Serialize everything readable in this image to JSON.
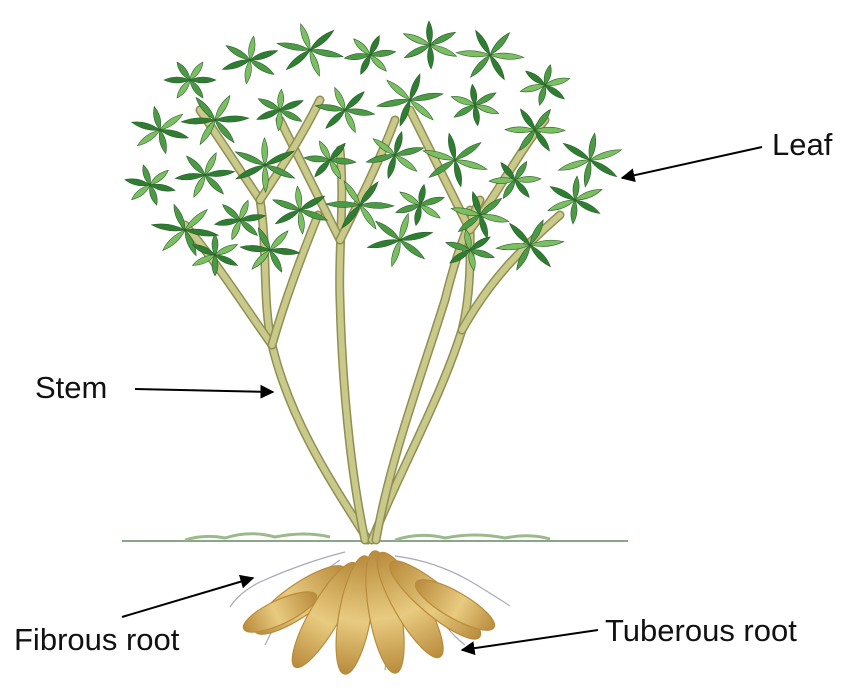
{
  "labels": {
    "leaf": "Leaf",
    "stem": "Stem",
    "fibrous_root": "Fibrous root",
    "tuberous_root": "Tuberous root"
  },
  "colors": {
    "leaf_dark": "#2f7d32",
    "leaf_mid": "#4c9a45",
    "leaf_light": "#7cbf62",
    "stem": "#c9c98a",
    "stem_outline": "#8f8f55",
    "tuber": "#d8b466",
    "tuber_shade": "#b98b3c",
    "ground": "#8aa58a",
    "arrow": "#000000"
  }
}
